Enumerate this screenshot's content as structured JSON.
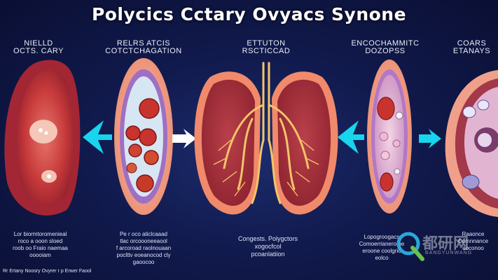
{
  "title": "Polycics Cctary Ovyacs Synone",
  "labels": [
    {
      "lines": [
        "NIELLD",
        "OCTS. CARY"
      ]
    },
    {
      "lines": [
        "RELRS  ATCIS",
        "COTCTCHAGATION"
      ]
    },
    {
      "lines": [
        "ETTUTON",
        "RSCTICCAD"
      ]
    },
    {
      "lines": [
        "ENCOCHAMMITC",
        "DOZOPSS"
      ]
    },
    {
      "lines": [
        "COARS",
        "ETANAYS"
      ]
    }
  ],
  "descriptions": [
    {
      "lines": [
        "Lor biormtoromenieal",
        "roco a  ooon sloed",
        "roob oo Fraio naemaa",
        "ooooiam"
      ]
    },
    {
      "lines": [
        "Pe r oco aticlcaaad",
        "tlac  orcoooneeaool",
        "f arcoroad raolnouaan",
        "poclttv  eoeanocod cly",
        "gaoocoo"
      ]
    },
    {
      "lines": [
        "Congests. Polygctors",
        "xogocfcol",
        "pcoanlatiion"
      ]
    },
    {
      "lines": [
        "Lopogroogacs",
        "Comoerrianerome",
        "eroone coolgrio",
        "eolco"
      ]
    },
    {
      "lines": [
        "Raaonce",
        "Comnnance",
        "ooconoo"
      ]
    }
  ],
  "footer": "Rr Ertany Noosry  Ovyrer r   p  Erwer Faool",
  "watermark": {
    "text": "都研网",
    "sub": "BANGYUNWANG"
  }
}
